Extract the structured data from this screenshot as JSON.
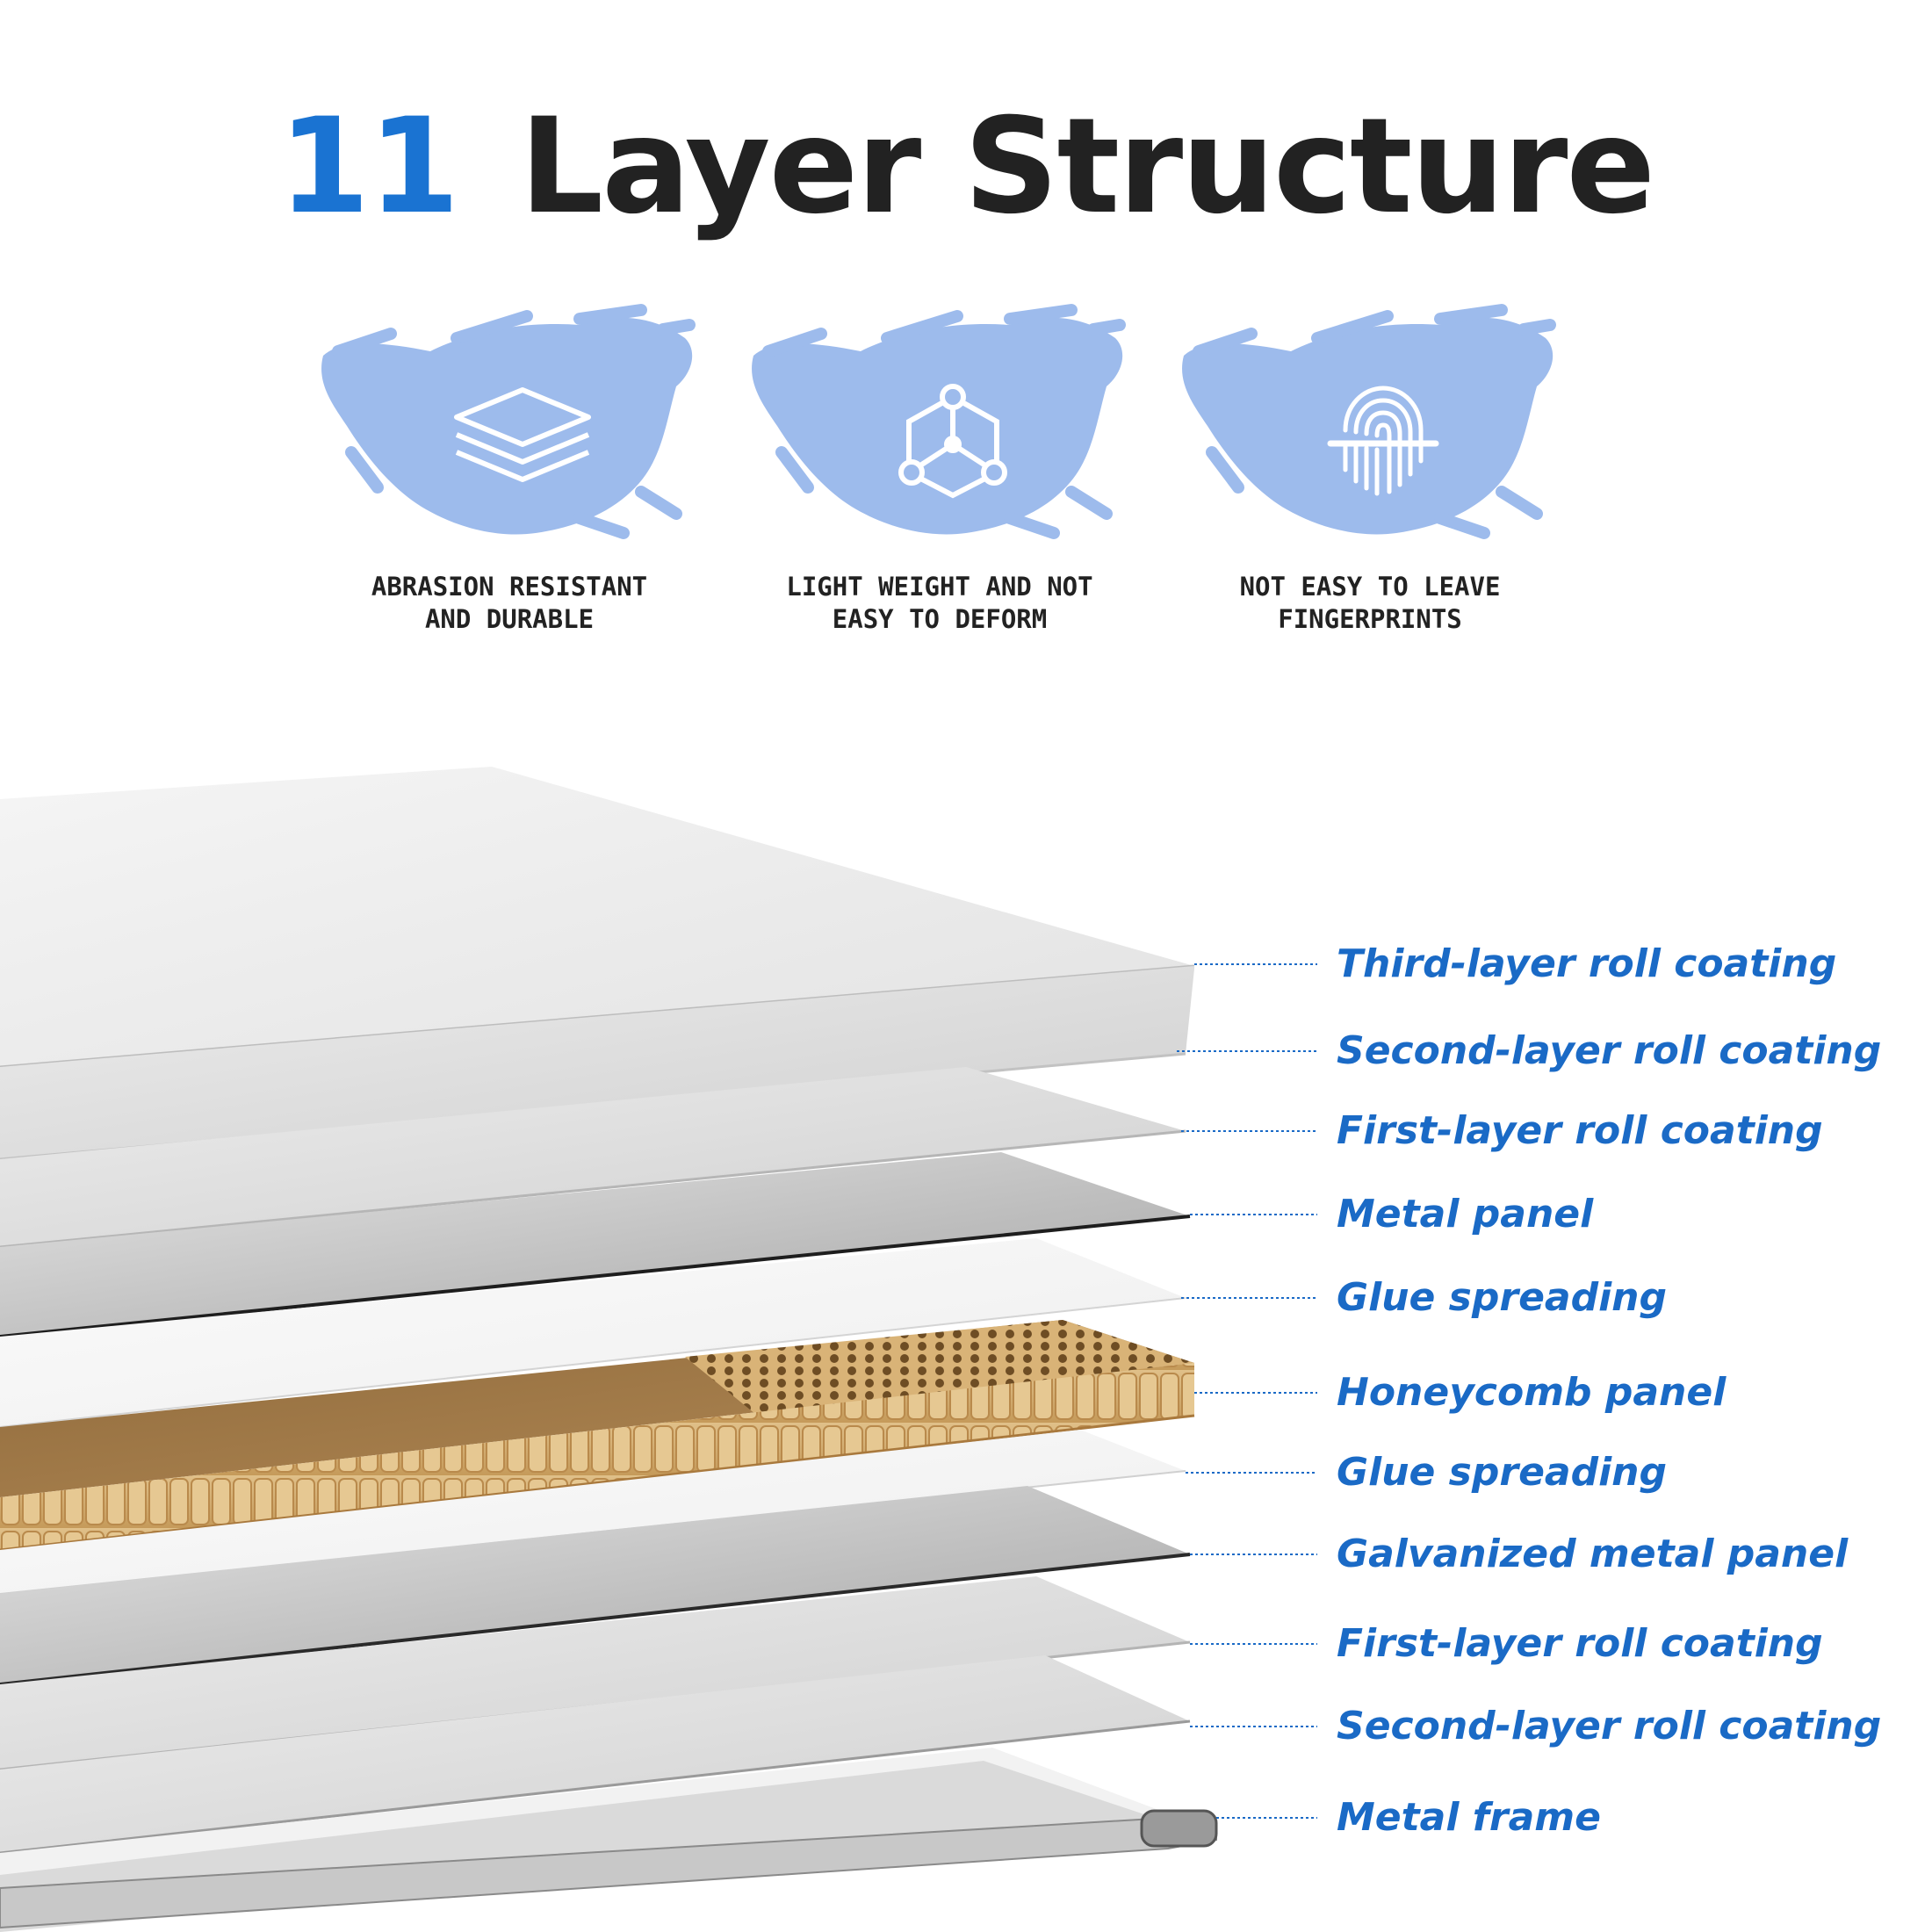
{
  "title": {
    "number": "11",
    "text": "Layer Structure"
  },
  "colors": {
    "accent": "#1a73d2",
    "label": "#1a6ac6",
    "brush": "#9dbbec",
    "title": "#222222"
  },
  "features": [
    {
      "icon": "layers-icon",
      "line1": "ABRASION RESISTANT",
      "line2": "AND DURABLE"
    },
    {
      "icon": "molecule-icon",
      "line1": "LIGHT WEIGHT AND NOT",
      "line2": "EASY TO DEFORM"
    },
    {
      "icon": "fingerprint-icon",
      "line1": "NOT EASY TO LEAVE",
      "line2": "FINGERPRINTS"
    }
  ],
  "layers": [
    "Third-layer roll coating",
    "Second-layer roll coating",
    "First-layer roll coating",
    "Metal panel",
    "Glue spreading",
    "Honeycomb panel",
    "Glue spreading",
    "Galvanized metal panel",
    "First-layer roll coating",
    "Second-layer roll coating",
    "Metal frame"
  ]
}
